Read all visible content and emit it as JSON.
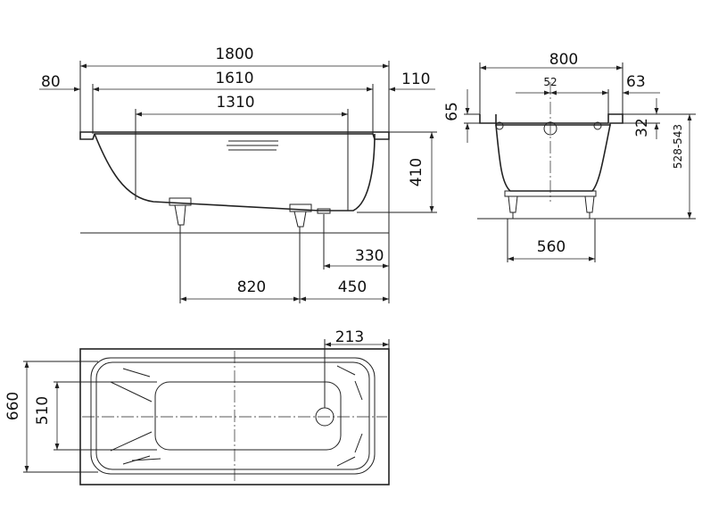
{
  "side_view": {
    "dims": {
      "overall_length": "1800",
      "left_rim": "80",
      "inner_length": "1610",
      "right_rim": "110",
      "bottom_length": "1310",
      "depth": "410",
      "drain_offset": "330",
      "feet_spacing": "820",
      "foot_to_end": "450"
    }
  },
  "end_view": {
    "dims": {
      "overall_width": "800",
      "overflow_offset": "52",
      "rim_width": "63",
      "rim_height": "65",
      "rim_thickness": "32",
      "feet_width": "560",
      "total_height": "528-543"
    }
  },
  "plan_view": {
    "dims": {
      "drain_from_end": "213",
      "overall_width": "660",
      "inner_width": "510"
    }
  }
}
